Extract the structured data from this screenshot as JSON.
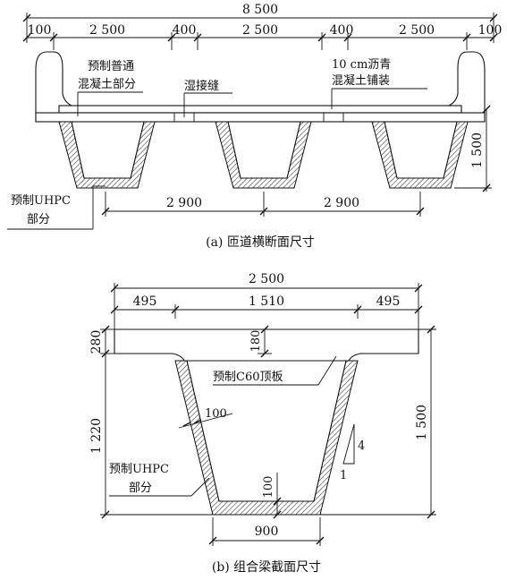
{
  "part_a": {
    "dim_total": "8 500",
    "dim_top": [
      "100",
      "2 500",
      "400",
      "2 500",
      "400",
      "2 500",
      "100"
    ],
    "label_precast_normal": [
      "预制普通",
      "混凝土部分"
    ],
    "label_wet_joint": "湿接缝",
    "label_asphalt": [
      "10 cm沥青",
      "混凝土铺装"
    ],
    "dim_height": "1 500",
    "label_uhpc": [
      "预制UHPC",
      "部分"
    ],
    "dim_spacing": [
      "2 900",
      "2 900"
    ],
    "caption": "(a)  匝道横断面尺寸"
  },
  "part_b": {
    "dim_total": "2 500",
    "dim_top": [
      "495",
      "1 510",
      "495"
    ],
    "dim_flange": "280",
    "dim_web_height": "1 220",
    "dim_deck": "180",
    "label_c60": "预制C60顶板",
    "dim_web": "100",
    "dim_bottom_slab": "100",
    "slope_v": "4",
    "slope_h": "1",
    "label_uhpc": [
      "预制UHPC",
      "部分"
    ],
    "dim_height": "1 500",
    "dim_bottom": "900",
    "caption": "(b)  组合梁截面尺寸"
  }
}
